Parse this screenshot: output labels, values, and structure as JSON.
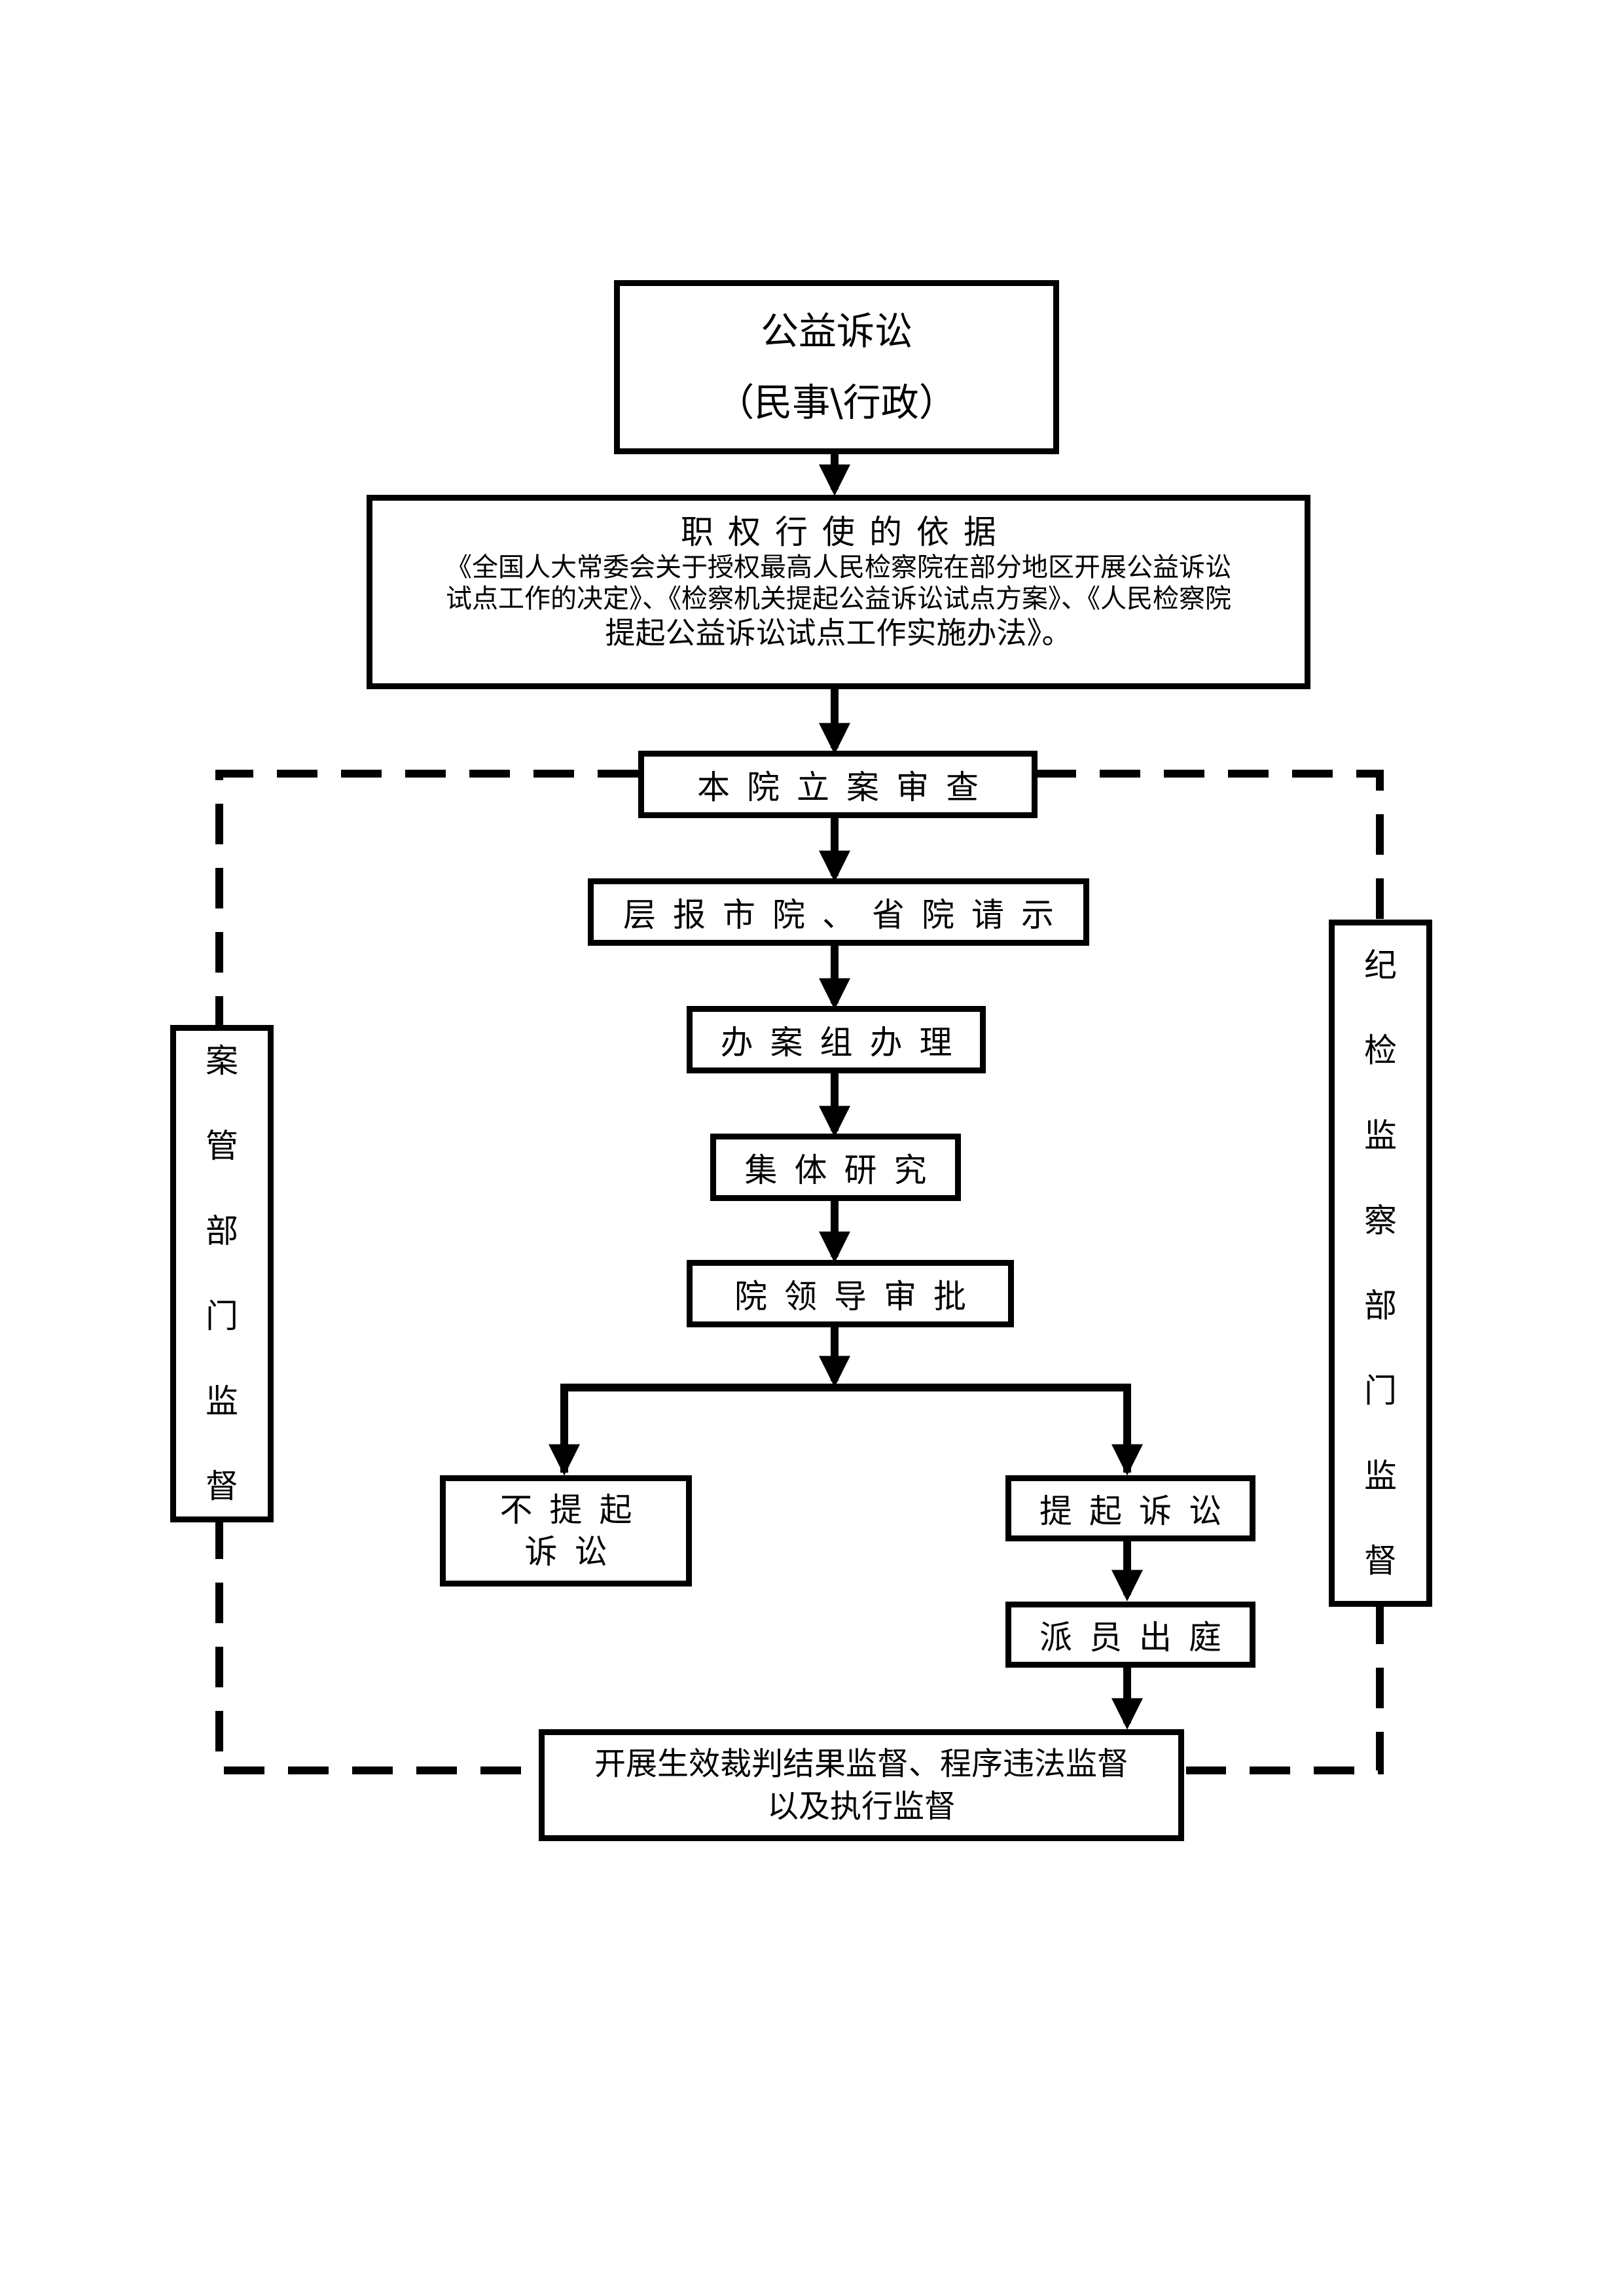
{
  "nodes": {
    "title": {
      "line1": "公益诉讼",
      "line2": "（民事\\行政）"
    },
    "basis": {
      "heading": "职权行使的依据",
      "body_line1": "《全国人大常委会关于授权最高人民检察院在部分地区开展公益诉讼",
      "body_line2": "试点工作的决定》、《检察机关提起公益诉讼试点方案》、《人民检察院",
      "body_line3": "提起公益诉讼试点工作实施办法》。"
    },
    "filing_review": "本院立案审查",
    "report_upward": "层报市院、省院请示",
    "case_team": "办案组办理",
    "collective_study": "集体研究",
    "leader_approval": "院领导审批",
    "no_suit": {
      "line1": "不提起",
      "line2": "诉讼"
    },
    "file_suit": "提起诉讼",
    "send_staff": "派员出庭",
    "final_supervision": {
      "line1": "开展生效裁判结果监督、程序违法监督",
      "line2": "以及执行监督"
    },
    "case_mgmt_supervision": [
      "案",
      "管",
      "部",
      "门",
      "监",
      "督"
    ],
    "discipline_supervision": [
      "纪",
      "检",
      "监",
      "察",
      "部",
      "门",
      "监",
      "督"
    ]
  }
}
